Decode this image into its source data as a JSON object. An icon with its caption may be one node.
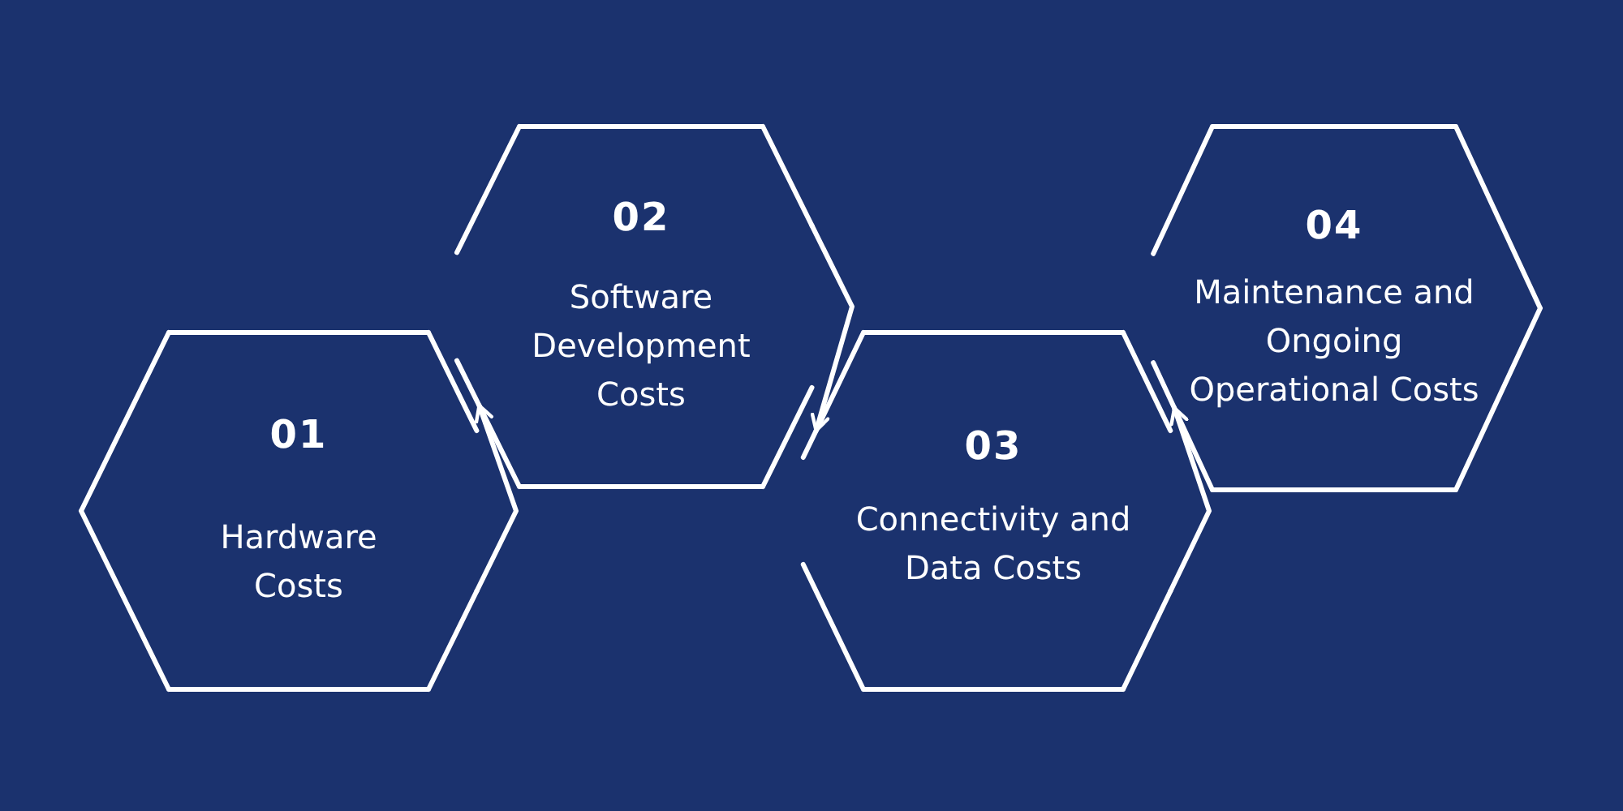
{
  "diagram": {
    "nodes": [
      {
        "text": [
          "01",
          "Hardware Costs"
        ]
      },
      {
        "text": [
          "02",
          "Software Development Costs"
        ]
      },
      {
        "text": [
          "03",
          "Connectivity and Data Costs"
        ]
      },
      {
        "text": [
          "04",
          "Maintenance and Ongoing Operational Costs"
        ]
      }
    ],
    "edges": [
      {
        "from": 0,
        "to": 1,
        "arrow": "to"
      },
      {
        "from": 1,
        "to": 2,
        "arrow": "to"
      },
      {
        "from": 2,
        "to": 3,
        "arrow": "to"
      }
    ]
  }
}
